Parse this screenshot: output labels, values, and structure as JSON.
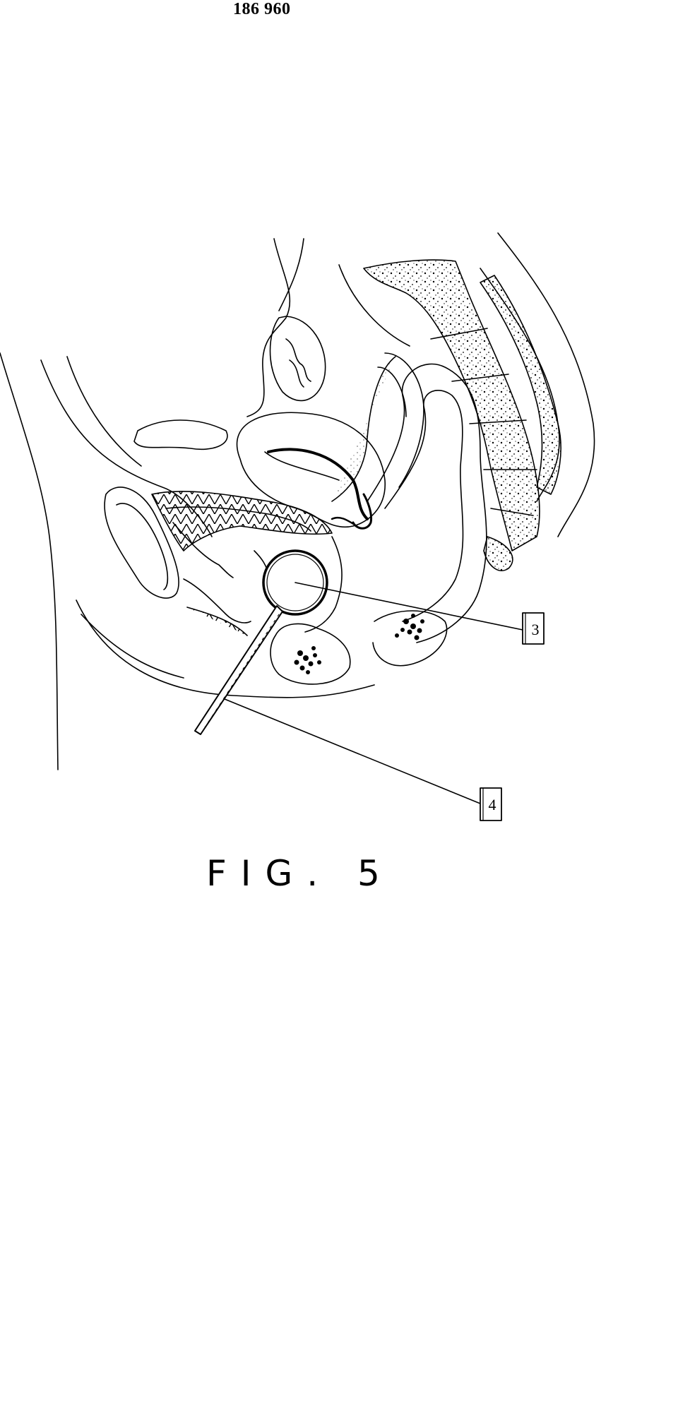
{
  "header": {
    "document_number": "186 960"
  },
  "figure": {
    "caption": "FIG. 5",
    "reference_labels": [
      "3",
      "4"
    ]
  }
}
